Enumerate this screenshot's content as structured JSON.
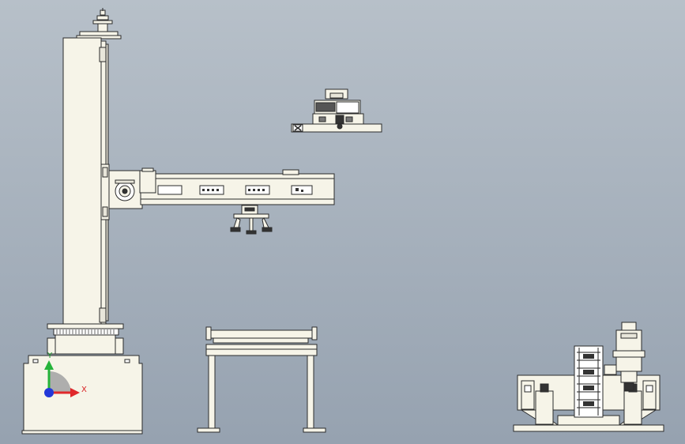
{
  "viewport": {
    "background_top": "#b7c0c9",
    "background_bottom": "#97a3b0"
  },
  "colors": {
    "part_fill": "#f6f4e8",
    "outline": "#2b2b2b",
    "dark": "#333333",
    "axis_x": "#e0282b",
    "axis_y": "#25b33a",
    "origin": "#2338d8"
  },
  "triad": {
    "x_label": "X",
    "y_label": "Y"
  },
  "parts": [
    {
      "name": "column-and-boom-manipulator",
      "icon": "manipulator-icon"
    },
    {
      "name": "carriage-top-view",
      "icon": "carriage-icon"
    },
    {
      "name": "roller-table",
      "icon": "roller-stand-icon"
    },
    {
      "name": "positioner-front-view",
      "icon": "positioner-icon"
    }
  ]
}
